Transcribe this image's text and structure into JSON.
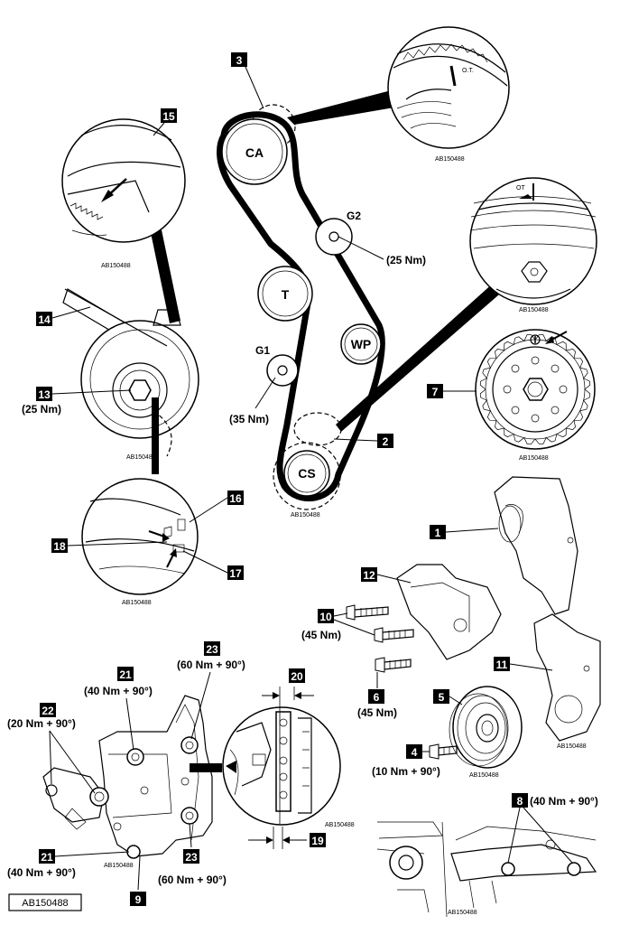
{
  "callouts": {
    "c1": "1",
    "c2": "2",
    "c3": "3",
    "c4": "4",
    "c5": "5",
    "c6": "6",
    "c7": "7",
    "c8": "8",
    "c9": "9",
    "c10": "10",
    "c11": "11",
    "c12": "12",
    "c13": "13",
    "c14": "14",
    "c15": "15",
    "c16": "16",
    "c17": "17",
    "c18": "18",
    "c19": "19",
    "c20": "20",
    "c21a": "21",
    "c21b": "21",
    "c22": "22",
    "c23a": "23",
    "c23b": "23"
  },
  "pulleys": {
    "camshaft": "CA",
    "tensioner": "T",
    "water_pump": "WP",
    "crankshaft": "CS",
    "guide1": "G1",
    "guide2": "G2"
  },
  "torques": {
    "g2": "(25 Nm)",
    "g1": "(35 Nm)",
    "item13": "(25 Nm)",
    "item10": "(45 Nm)",
    "item6": "(45 Nm)",
    "item4": "(10 Nm + 90°)",
    "item8": "(40 Nm + 90°)",
    "item21_top": "(40 Nm + 90°)",
    "item21_bottom": "(40 Nm + 90°)",
    "item22": "(20 Nm + 90°)",
    "item23_top": "(60 Nm + 90°)",
    "item23_bottom": "(60 Nm + 90°)"
  },
  "marks": {
    "ot_cam": "O.T.",
    "ot_crank": "OT"
  },
  "refs": {
    "r_cam": "AB150488",
    "r_15": "AB150488",
    "r_crank_detail": "AB150488",
    "r_13": "AB150488",
    "r_7": "AB150488",
    "r_cs": "AB150488",
    "r_16": "AB150488",
    "r_11": "AB150488",
    "r_5": "AB150488",
    "r_mount": "AB150488",
    "r_19": "AB150488",
    "r_8": "AB150488",
    "figure_id": "AB150488"
  }
}
